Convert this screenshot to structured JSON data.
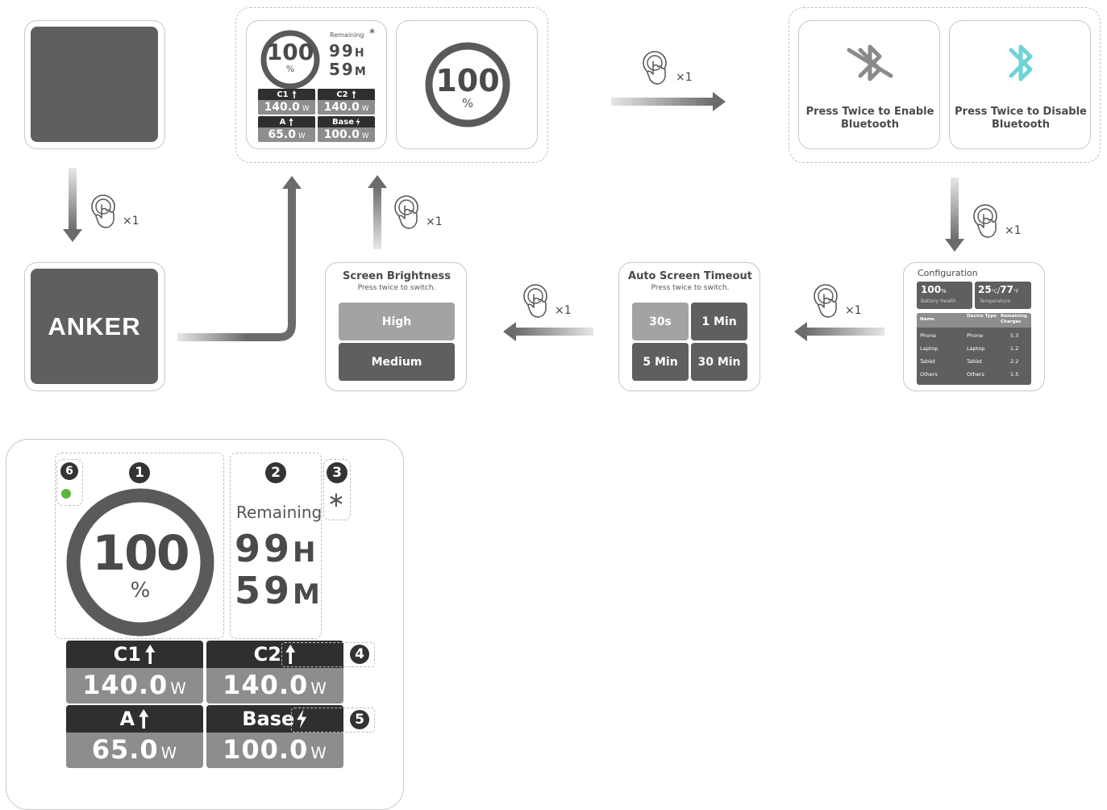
{
  "colors": {
    "accent_bluetooth": "#6fd3d6",
    "screen_dark": "#5f5f61",
    "header_dark": "#2f2f31",
    "value_gray": "#8d8d8f",
    "status_green": "#5db53b",
    "arrow_gray": "#6b6b6b"
  },
  "tap": {
    "count_label": "×1",
    "icon": "tap-hand-icon"
  },
  "logo": {
    "text": "ANKER"
  },
  "home": {
    "percent": "100",
    "percent_unit": "%",
    "remaining_label": "Remaining",
    "hours": "99",
    "hours_unit": "H",
    "minutes": "59",
    "minutes_unit": "M",
    "ports": [
      {
        "name": "C1",
        "value": "140.0",
        "unit": "W",
        "icon": "arrow-up-icon"
      },
      {
        "name": "C2",
        "value": "140.0",
        "unit": "W",
        "icon": "arrow-up-icon"
      },
      {
        "name": "A",
        "value": "65.0",
        "unit": "W",
        "icon": "arrow-up-icon"
      },
      {
        "name": "Base",
        "value": "100.0",
        "unit": "W",
        "icon": "lightning-icon"
      }
    ]
  },
  "percent_screen": {
    "percent": "100",
    "unit": "%"
  },
  "bluetooth": {
    "enable_label_1": "Press Twice to Enable",
    "enable_label_2": "Bluetooth",
    "disable_label_1": "Press Twice to Disable",
    "disable_label_2": "Bluetooth"
  },
  "configuration": {
    "title": "Configuration",
    "health_value": "100",
    "health_unit": "%",
    "health_label": "Battery Health",
    "temp_c": "25",
    "temp_c_unit": "°C",
    "temp_sep": "/",
    "temp_f": "77",
    "temp_f_unit": "°F",
    "temp_label": "Temperature",
    "headers": [
      "Name",
      "Device Type",
      "Remaining Charges"
    ],
    "rows": [
      [
        "Phone",
        "Phone",
        "5.3"
      ],
      [
        "Laptop",
        "Laptop",
        "1.2"
      ],
      [
        "Tablet",
        "Tablet",
        "2.2"
      ],
      [
        "Others",
        "Others",
        "1.5"
      ]
    ]
  },
  "timeout": {
    "title": "Auto Screen Timeout",
    "subtitle": "Press twice to switch.",
    "options": [
      "30s",
      "1 Min",
      "5 Min",
      "30 Min"
    ],
    "selected": "30s"
  },
  "brightness": {
    "title": "Screen Brightness",
    "subtitle": "Press twice to switch.",
    "options": [
      "High",
      "Medium"
    ],
    "selected": "High"
  },
  "legend": {
    "markers": [
      "1",
      "2",
      "3",
      "4",
      "5",
      "6"
    ]
  }
}
